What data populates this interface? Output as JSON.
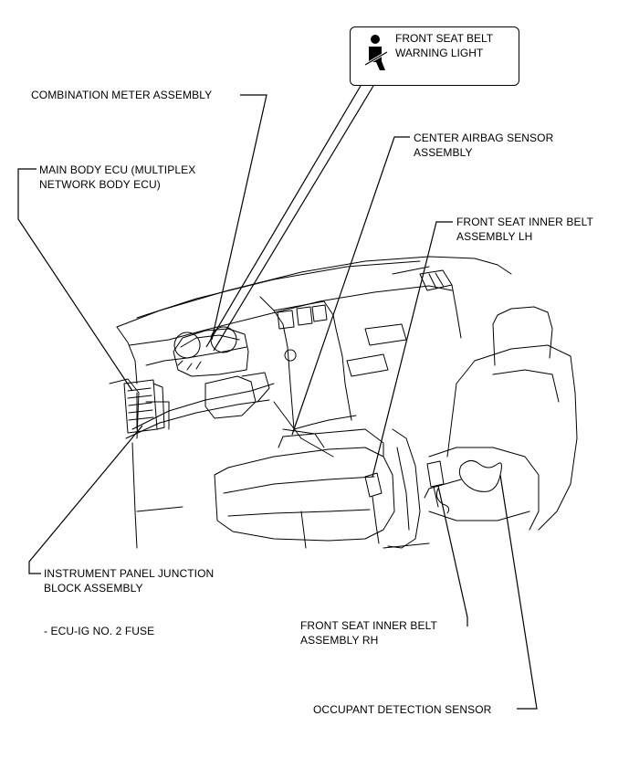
{
  "labels": {
    "warning_light_line1": "FRONT SEAT BELT",
    "warning_light_line2": "WARNING LIGHT",
    "combination_meter": "COMBINATION METER ASSEMBLY",
    "center_airbag_line1": "CENTER AIRBAG SENSOR",
    "center_airbag_line2": "ASSEMBLY",
    "main_body_ecu_line1": "MAIN BODY ECU (MULTIPLEX",
    "main_body_ecu_line2": "NETWORK BODY ECU)",
    "inner_belt_lh_line1": "FRONT SEAT INNER BELT",
    "inner_belt_lh_line2": "ASSEMBLY LH",
    "junction_block_line1": "INSTRUMENT PANEL JUNCTION",
    "junction_block_line2": "BLOCK ASSEMBLY",
    "fuse": "- ECU-IG NO. 2 FUSE",
    "inner_belt_rh_line1": "FRONT SEAT INNER BELT",
    "inner_belt_rh_line2": "ASSEMBLY RH",
    "occupant_sensor": "OCCUPANT DETECTION SENSOR"
  },
  "icons": {
    "warning_light": "seat-belt-warning-icon"
  }
}
